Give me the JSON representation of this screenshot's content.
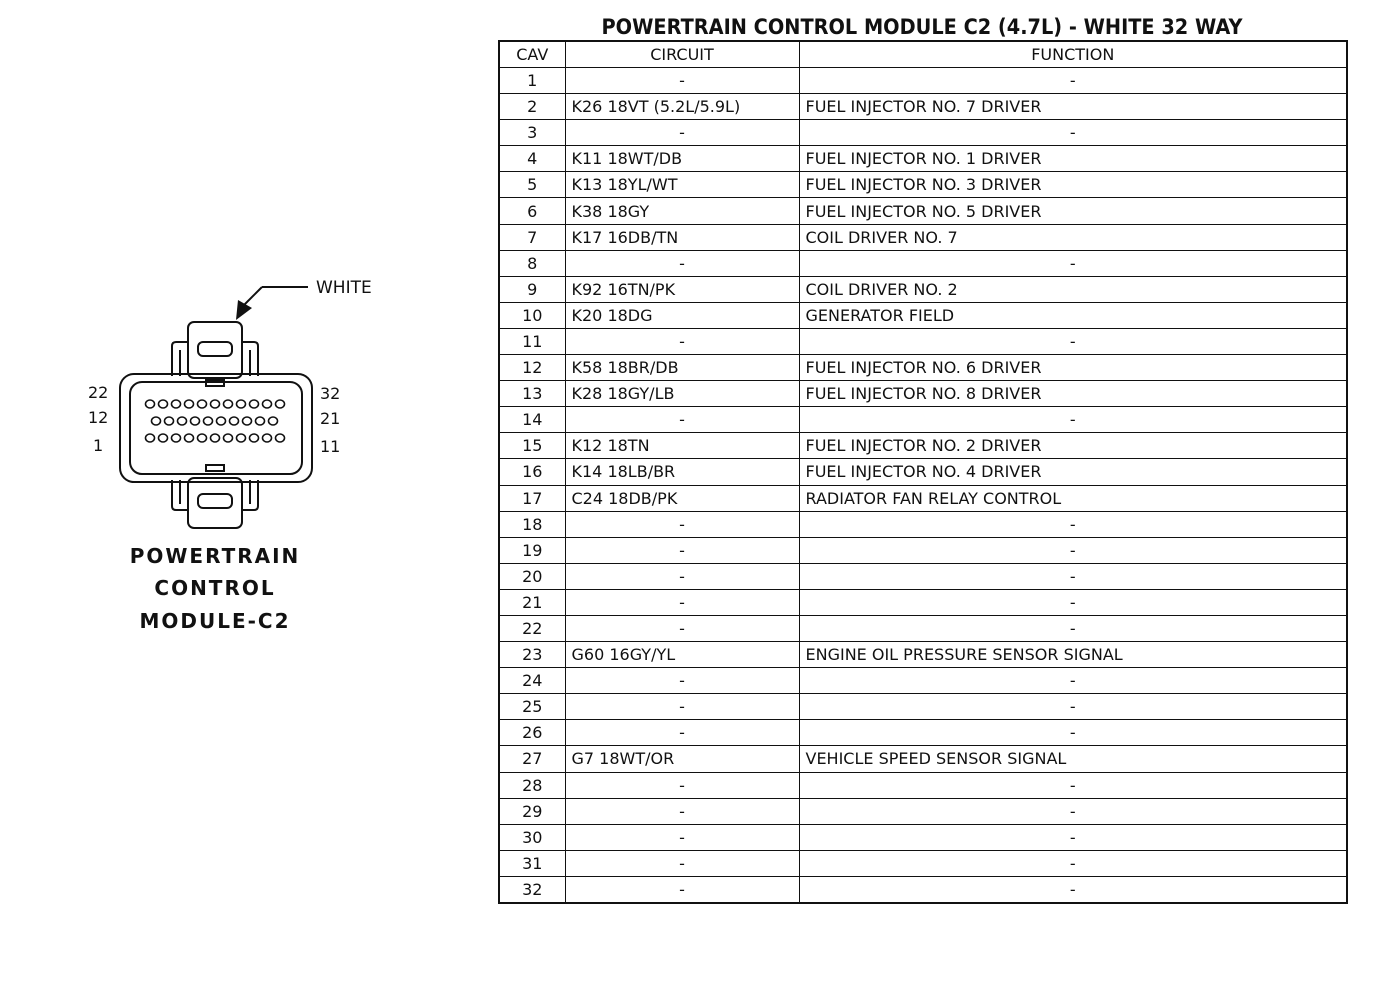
{
  "connector": {
    "color_callout": "WHITE",
    "pin_labels": {
      "left_top": "22",
      "left_mid": "12",
      "left_bottom": "1",
      "right_top": "32",
      "right_mid": "21",
      "right_bottom": "11"
    },
    "title_lines": [
      "POWERTRAIN",
      "CONTROL",
      "MODULE-C2"
    ]
  },
  "table": {
    "title": "POWERTRAIN CONTROL MODULE C2 (4.7L) - WHITE 32 WAY",
    "headers": {
      "cav": "CAV",
      "circuit": "CIRCUIT",
      "function": "FUNCTION"
    },
    "rows": [
      {
        "cav": "1",
        "circuit": "-",
        "function": "-"
      },
      {
        "cav": "2",
        "circuit": "K26 18VT (5.2L/5.9L)",
        "function": "FUEL INJECTOR NO. 7 DRIVER"
      },
      {
        "cav": "3",
        "circuit": "-",
        "function": "-"
      },
      {
        "cav": "4",
        "circuit": "K11 18WT/DB",
        "function": "FUEL INJECTOR NO. 1 DRIVER"
      },
      {
        "cav": "5",
        "circuit": "K13 18YL/WT",
        "function": "FUEL INJECTOR NO. 3 DRIVER"
      },
      {
        "cav": "6",
        "circuit": "K38 18GY",
        "function": "FUEL INJECTOR NO. 5 DRIVER"
      },
      {
        "cav": "7",
        "circuit": "K17 16DB/TN",
        "function": "COIL DRIVER NO. 7"
      },
      {
        "cav": "8",
        "circuit": "-",
        "function": "-"
      },
      {
        "cav": "9",
        "circuit": "K92 16TN/PK",
        "function": "COIL DRIVER NO. 2"
      },
      {
        "cav": "10",
        "circuit": "K20 18DG",
        "function": "GENERATOR FIELD"
      },
      {
        "cav": "11",
        "circuit": "-",
        "function": "-"
      },
      {
        "cav": "12",
        "circuit": "K58 18BR/DB",
        "function": "FUEL INJECTOR NO. 6 DRIVER"
      },
      {
        "cav": "13",
        "circuit": "K28 18GY/LB",
        "function": "FUEL INJECTOR NO. 8 DRIVER"
      },
      {
        "cav": "14",
        "circuit": "-",
        "function": "-"
      },
      {
        "cav": "15",
        "circuit": "K12 18TN",
        "function": "FUEL INJECTOR NO. 2 DRIVER"
      },
      {
        "cav": "16",
        "circuit": "K14 18LB/BR",
        "function": "FUEL INJECTOR NO. 4 DRIVER"
      },
      {
        "cav": "17",
        "circuit": "C24 18DB/PK",
        "function": "RADIATOR FAN RELAY CONTROL"
      },
      {
        "cav": "18",
        "circuit": "-",
        "function": "-"
      },
      {
        "cav": "19",
        "circuit": "-",
        "function": "-"
      },
      {
        "cav": "20",
        "circuit": "-",
        "function": "-"
      },
      {
        "cav": "21",
        "circuit": "-",
        "function": "-"
      },
      {
        "cav": "22",
        "circuit": "-",
        "function": "-"
      },
      {
        "cav": "23",
        "circuit": "G60 16GY/YL",
        "function": "ENGINE OIL PRESSURE SENSOR SIGNAL"
      },
      {
        "cav": "24",
        "circuit": "-",
        "function": "-"
      },
      {
        "cav": "25",
        "circuit": "-",
        "function": "-"
      },
      {
        "cav": "26",
        "circuit": "-",
        "function": "-"
      },
      {
        "cav": "27",
        "circuit": "G7 18WT/OR",
        "function": "VEHICLE SPEED SENSOR SIGNAL"
      },
      {
        "cav": "28",
        "circuit": "-",
        "function": "-"
      },
      {
        "cav": "29",
        "circuit": "-",
        "function": "-"
      },
      {
        "cav": "30",
        "circuit": "-",
        "function": "-"
      },
      {
        "cav": "31",
        "circuit": "-",
        "function": "-"
      },
      {
        "cav": "32",
        "circuit": "-",
        "function": "-"
      }
    ]
  }
}
